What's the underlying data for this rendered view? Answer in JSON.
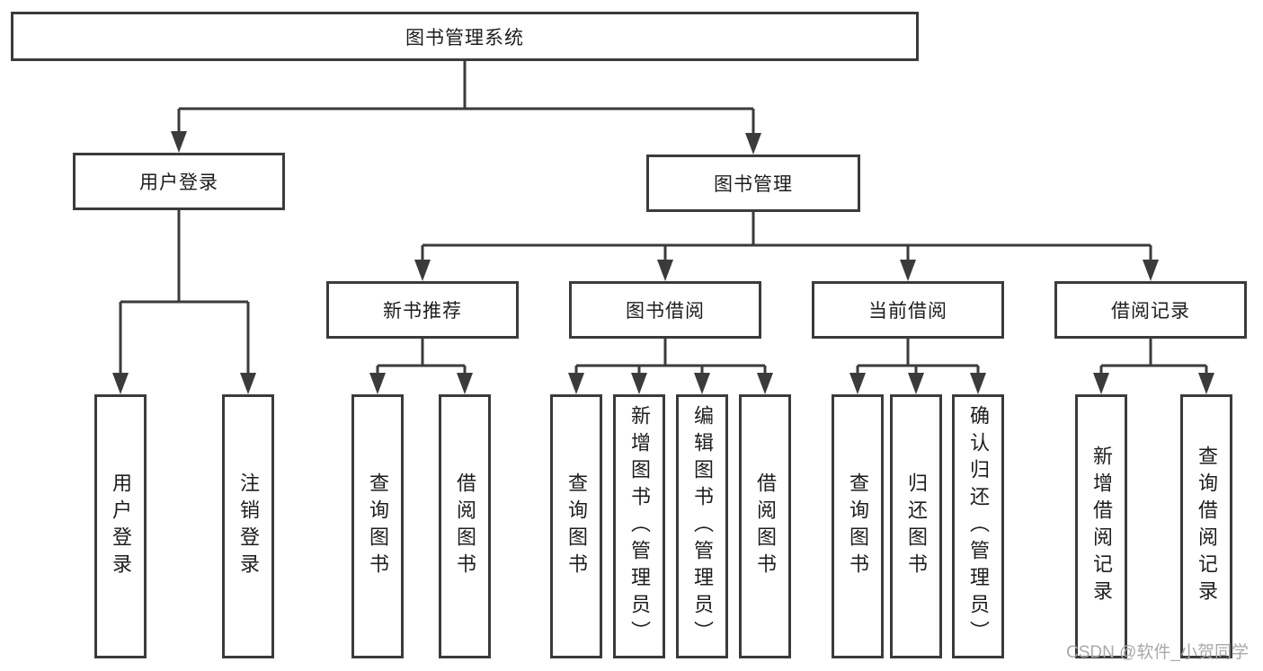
{
  "org_chart": {
    "root": "图书管理系统",
    "user_login": {
      "label": "用户登录",
      "children": [
        "用户登录",
        "注销登录"
      ]
    },
    "book_management": {
      "label": "图书管理",
      "sections": [
        {
          "label": "新书推荐",
          "children": [
            "查询图书",
            "借阅图书"
          ]
        },
        {
          "label": "图书借阅",
          "children": [
            "查询图书",
            "新增图书（管理员）",
            "编辑图书（管理员）",
            "借阅图书"
          ]
        },
        {
          "label": "当前借阅",
          "children": [
            "查询图书",
            "归还图书",
            "确认归还（管理员）"
          ]
        },
        {
          "label": "借阅记录",
          "children": [
            "新增借阅记录",
            "查询借阅记录"
          ]
        }
      ]
    }
  },
  "watermark": {
    "text": "CSDN @软件_小贺同学"
  },
  "colors": {
    "line": "#3b3b3b",
    "text": "#1d1d1d",
    "watermark": "#a9a9a9",
    "background": "#ffffff"
  }
}
